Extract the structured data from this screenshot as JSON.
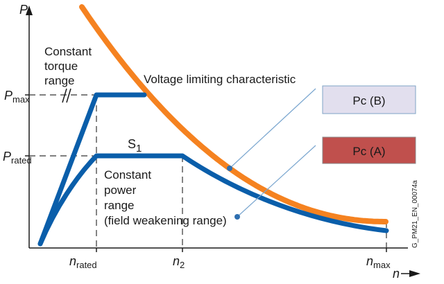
{
  "chart_data": {
    "type": "line",
    "axes": {
      "x_label": "n",
      "y_label": "P",
      "x_ticks": [
        {
          "main": "n",
          "sub": "rated"
        },
        {
          "main": "n",
          "sub": "2"
        },
        {
          "main": "n",
          "sub": "max"
        }
      ],
      "y_ticks": [
        {
          "main": "P",
          "sub": "max"
        },
        {
          "main": "P",
          "sub": "rated"
        }
      ]
    },
    "annotations": {
      "constant_torque": [
        "Constant",
        "torque",
        "range"
      ],
      "voltage_limiting": "Voltage limiting characteristic",
      "s1_main": "S",
      "s1_sub": "1",
      "constant_power": [
        "Constant",
        "power",
        "range",
        "(field weakening range)"
      ],
      "vertical_id": "G_PM21_EN_00074a"
    },
    "series": [
      {
        "key": "voltage_limit",
        "color": "#f58220"
      },
      {
        "key": "s1",
        "color": "#0a5eaa"
      },
      {
        "key": "pmax",
        "color": "#0a5eaa"
      }
    ],
    "legend": [
      {
        "label": "Pc (B)",
        "fill": "#e2dfee",
        "border": "#7fa3c5"
      },
      {
        "label": "Pc (A)",
        "fill": "#c0504d",
        "border": "#8a8a8a"
      }
    ],
    "grid": false
  }
}
